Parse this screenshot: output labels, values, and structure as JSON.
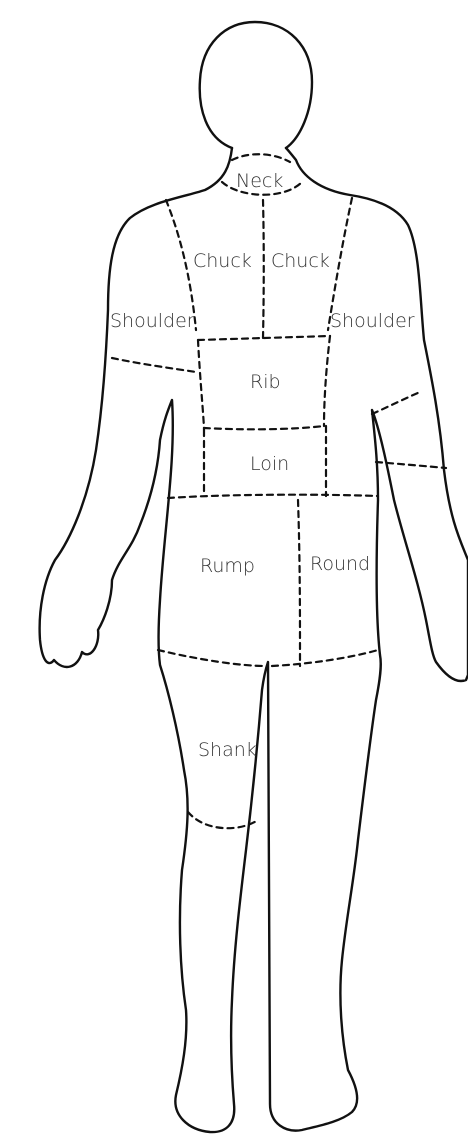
{
  "labels": {
    "neck": "Neck",
    "chuck_left": "Chuck",
    "chuck_right": "Chuck",
    "shoulder_left": "Shoulder",
    "shoulder_right": "Shoulder",
    "rib": "Rib",
    "loin": "Loin",
    "rump": "Rump",
    "round": "Round",
    "shank": "Shank"
  },
  "colors": {
    "outline": "#111111",
    "text": "#333333",
    "background": "#ffffff"
  }
}
